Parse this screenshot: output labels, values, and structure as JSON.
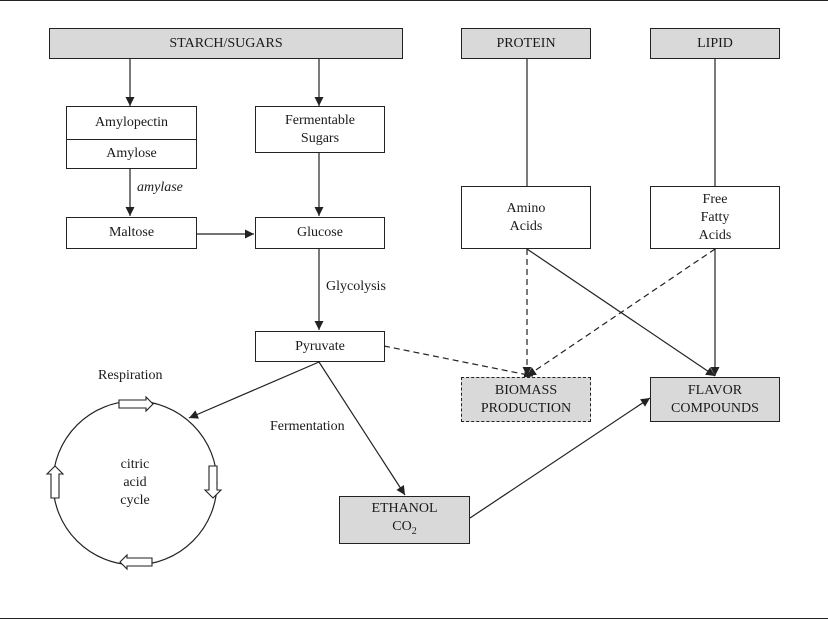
{
  "nodes": {
    "starch": "STARCH/SUGARS",
    "protein": "PROTEIN",
    "lipid": "LIPID",
    "amylopectin": "Amylopectin",
    "amylose": "Amylose",
    "fermentable_1": "Fermentable",
    "fermentable_2": "Sugars",
    "maltose": "Maltose",
    "glucose": "Glucose",
    "amino_1": "Amino",
    "amino_2": "Acids",
    "ffa_1": "Free",
    "ffa_2": "Fatty",
    "ffa_3": "Acids",
    "pyruvate": "Pyruvate",
    "biomass_1": "BIOMASS",
    "biomass_2": "PRODUCTION",
    "flavor_1": "FLAVOR",
    "flavor_2": "COMPOUNDS",
    "ethanol_1": "ETHANOL",
    "co2_main": "CO",
    "co2_sub": "2"
  },
  "labels": {
    "amylase": "amylase",
    "glycolysis": "Glycolysis",
    "respiration": "Respiration",
    "fermentation": "Fermentation",
    "cycle_1": "citric",
    "cycle_2": "acid",
    "cycle_3": "cycle"
  },
  "colors": {
    "shaded_fill": "#d9d9d9",
    "line": "#222222"
  }
}
